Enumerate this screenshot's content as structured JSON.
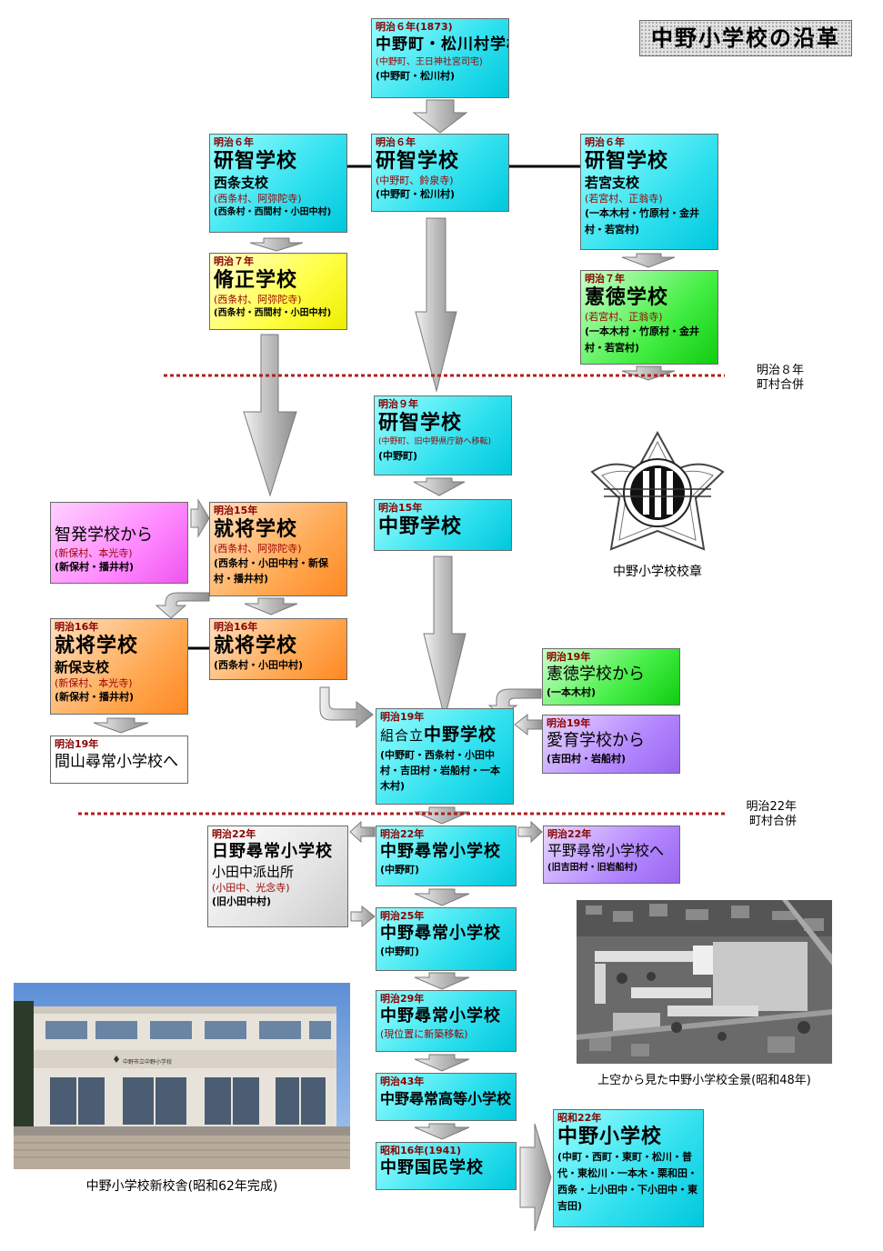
{
  "title": "中野小学校の沿革",
  "notes": {
    "merger8": "明治８年\n町村合併",
    "merger22": "明治22年\n町村合併"
  },
  "captions": {
    "emblem": "中野小学校校章",
    "aerial": "上空から見た中野小学校全景(昭和48年)",
    "building": "中野小学校新校舎(昭和62年完成)"
  },
  "photo_sign": "中野市立中野小学校",
  "boxes": {
    "b1": {
      "era": "明治６年(1873)",
      "name": "中野町・松川村学校",
      "loc": "(中野町、王日神社宮司宅)",
      "vil": "(中野町・松川村)"
    },
    "b2": {
      "era": "明治６年",
      "name": "研智学校",
      "loc": "(中野町、鈴泉寺)",
      "vil": "(中野町・松川村)"
    },
    "b3": {
      "era": "明治６年",
      "name": "研智学校",
      "sub": "西条支校",
      "loc": "(西条村、阿弥陀寺)",
      "vil": "(西条村・西間村・小田中村)"
    },
    "b4": {
      "era": "明治６年",
      "name": "研智学校",
      "sub": "若宮支校",
      "loc": "(若宮村、正翁寺)",
      "vil": "(一本木村・竹原村・金井村・若宮村)"
    },
    "b5": {
      "era": "明治７年",
      "name": "脩正学校",
      "loc": "(西条村、阿弥陀寺)",
      "vil": "(西条村・西間村・小田中村)"
    },
    "b6": {
      "era": "明治７年",
      "name": "憲徳学校",
      "loc": "(若宮村、正翁寺)",
      "vil": "(一本木村・竹原村・金井村・若宮村)"
    },
    "b7": {
      "era": "明治９年",
      "name": "研智学校",
      "loc": "(中野町、旧中野県庁跡へ移転)",
      "vil": "(中野町)"
    },
    "b8": {
      "era": "明治15年",
      "name": "中野学校"
    },
    "b9": {
      "name": "智発学校から",
      "loc": "(新保村、本光寺)",
      "vil": "(新保村・播井村)"
    },
    "b10": {
      "era": "明治15年",
      "name": "就将学校",
      "loc": "(西条村、阿弥陀寺)",
      "vil": "(西条村・小田中村・新保村・播井村)"
    },
    "b11": {
      "era": "明治16年",
      "name": "就将学校",
      "sub": "新保支校",
      "loc": "(新保村、本光寺)",
      "vil": "(新保村・播井村)"
    },
    "b12": {
      "era": "明治16年",
      "name": "就将学校",
      "vil": "(西条村・小田中村)"
    },
    "b13": {
      "era": "明治19年",
      "name": "間山尋常小学校へ"
    },
    "b14": {
      "era": "明治19年",
      "name": "憲徳学校から",
      "vil": "(一本木村)"
    },
    "b15": {
      "era": "明治19年",
      "name": "愛育学校から",
      "vil": "(吉田村・岩船村)"
    },
    "b16": {
      "era": "明治19年",
      "prefix": "組合立",
      "name": "中野学校",
      "vil": "(中野町・西条村・小田中村・吉田村・岩船村・一本木村)"
    },
    "b17": {
      "era": "明治22年",
      "name": "日野尋常小学校",
      "sub": "小田中派出所",
      "loc": "(小田中、光念寺)",
      "vil": "(旧小田中村)"
    },
    "b18": {
      "era": "明治22年",
      "name": "中野尋常小学校",
      "vil": "(中野町)"
    },
    "b19": {
      "era": "明治22年",
      "name": "平野尋常小学校へ",
      "vil": "(旧吉田村・旧岩船村)"
    },
    "b20": {
      "era": "明治25年",
      "name": "中野尋常小学校",
      "vil": "(中野町)"
    },
    "b21": {
      "era": "明治29年",
      "name": "中野尋常小学校",
      "loc": "(現位置に新築移転)"
    },
    "b22": {
      "era": "明治43年",
      "name": "中野尋常高等小学校"
    },
    "b23": {
      "era": "昭和16年(1941)",
      "name": "中野国民学校"
    },
    "b24": {
      "era": "昭和22年",
      "name": "中野小学校",
      "vil": "(中町・西町・東町・松川・普代・東松川・一本木・栗和田・西条・上小田中・下小田中・東吉田)"
    }
  },
  "colors": {
    "cyan": "#33ddee",
    "yellow": "#ffff33",
    "green": "#33dd33",
    "orange": "#ff9933",
    "pink": "#ff77ff",
    "purple": "#aa77ff",
    "gray": "#d8d8d8",
    "era_text": "#8a0000",
    "arrow": "#c0c0c0",
    "dash": "#b02020"
  }
}
